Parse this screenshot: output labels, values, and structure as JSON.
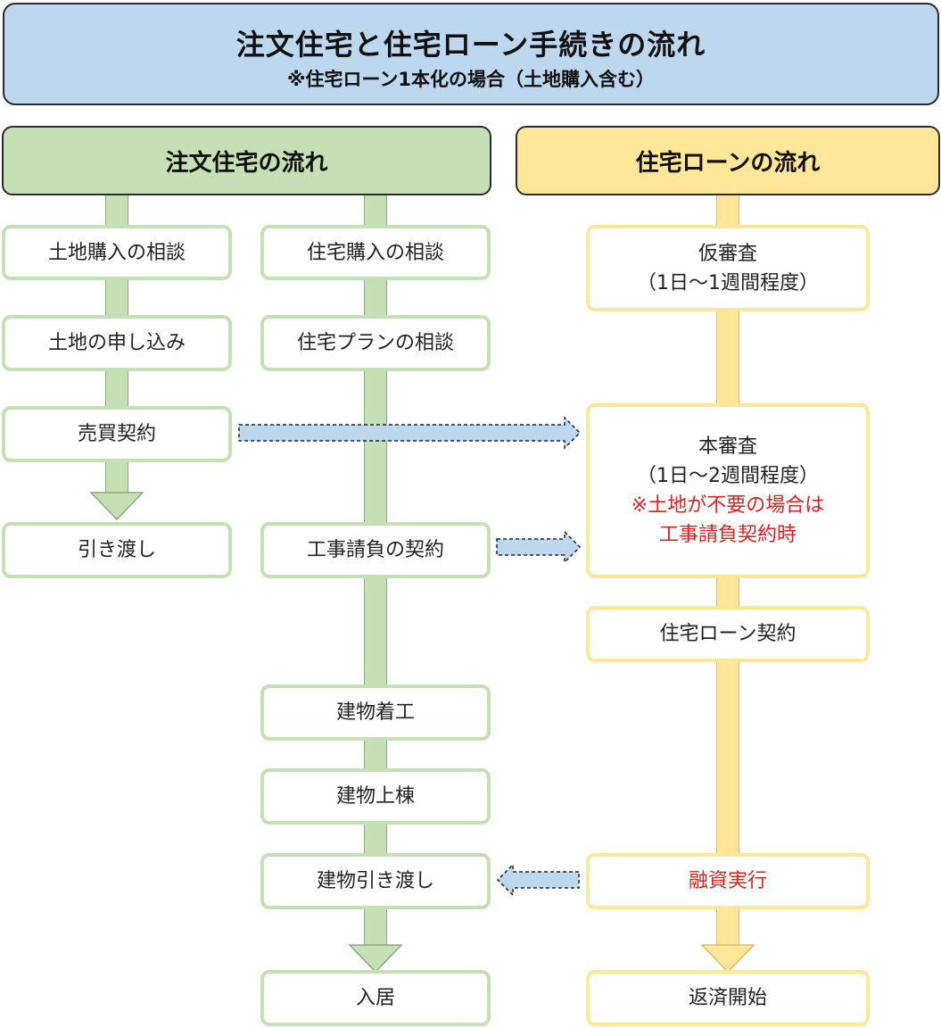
{
  "title": {
    "main": "注文住宅と住宅ローン手続きの流れ",
    "sub": "※住宅ローン1本化の場合（土地購入含む）"
  },
  "left_header": "注文住宅の流れ",
  "right_header": "住宅ローンの流れ",
  "land_steps": [
    "土地購入の相談",
    "土地の申し込み",
    "売買契約",
    "引き渡し"
  ],
  "house_steps": [
    "住宅購入の相談",
    "住宅プランの相談",
    "工事請負の契約",
    "建物着工",
    "建物上棟",
    "建物引き渡し",
    "入居"
  ],
  "loan_steps": {
    "pre_screening": {
      "line1": "仮審査",
      "line2": "（1日～1週間程度）"
    },
    "main_screening": {
      "line1": "本審査",
      "line2": "（1日～2週間程度）",
      "note1": "※土地が不要の場合は",
      "note2": "工事請負契約時"
    },
    "loan_contract": "住宅ローン契約",
    "disbursement": "融資実行",
    "repayment_start": "返済開始"
  },
  "colors": {
    "title_bg": "#bdd7ee",
    "house_flow": "#c5e0b4",
    "loan_flow": "#ffe699",
    "connector_arrow": "#bdd7ee",
    "highlight_text": "#e02020"
  }
}
